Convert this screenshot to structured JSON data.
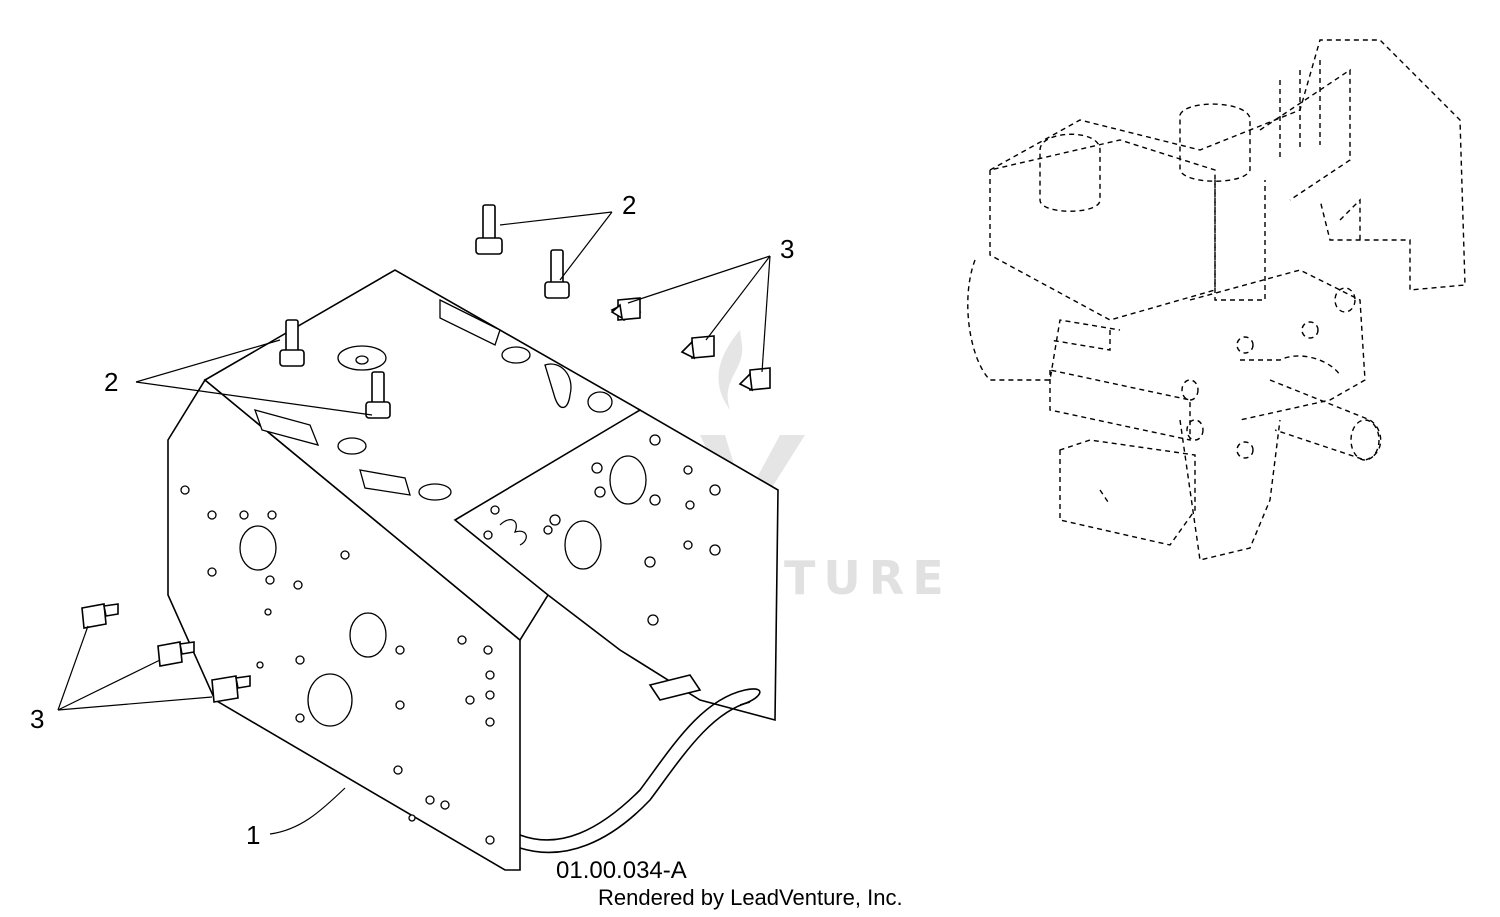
{
  "diagram": {
    "figure_id": "01.00.034-A",
    "credit": "Rendered by LeadVenture, Inc.",
    "watermark": "LEADVENTURE",
    "callouts": [
      {
        "id": "c1",
        "label": "1"
      },
      {
        "id": "c2a",
        "label": "2"
      },
      {
        "id": "c2b",
        "label": "2"
      },
      {
        "id": "c3a",
        "label": "3"
      },
      {
        "id": "c3b",
        "label": "3"
      }
    ],
    "colors": {
      "ink": "#000000",
      "watermark": "#c9c9c9",
      "background": "#ffffff"
    }
  }
}
